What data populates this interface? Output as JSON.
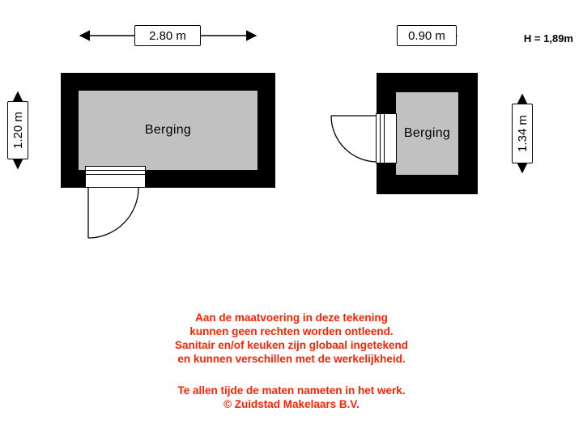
{
  "plans": [
    {
      "room_label": "Berging",
      "width_label": "2.80 m",
      "depth_label": "1.20 m"
    },
    {
      "room_label": "Berging",
      "width_label": "0.90 m",
      "depth_label": "1.34 m"
    }
  ],
  "height_note": "H = 1,89m",
  "disclaimer": {
    "lines": [
      "Aan de maatvoering in deze tekening",
      "kunnen geen rechten worden ontleend.",
      "Sanitair en/of keuken zijn globaal ingetekend",
      "en kunnen verschillen met de werkelijkheid.",
      "Te allen tijde de maten nameten in het werk.",
      "© Zuidstad Makelaars B.V."
    ]
  },
  "colors": {
    "wall": "#000000",
    "room_fill": "#c1c1c1",
    "disclaimer": "#ff2200"
  }
}
